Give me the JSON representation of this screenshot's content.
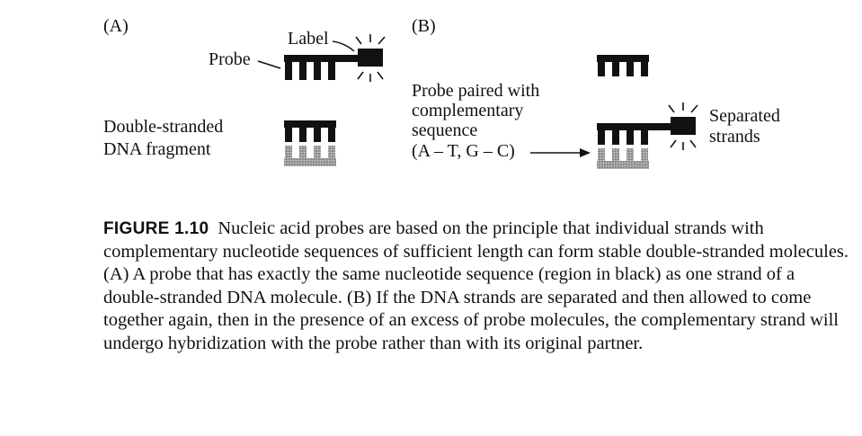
{
  "panel_a": {
    "label": "(A)",
    "label_text": "Label",
    "probe_text": "Probe",
    "dna_line1": "Double-stranded",
    "dna_line2": "DNA fragment"
  },
  "panel_b": {
    "label": "(B)",
    "paired_line1": "Probe paired with",
    "paired_line2": "complementary",
    "paired_line3": "sequence",
    "paired_line4": "(A – T, G – C)",
    "separated_line1": "Separated",
    "separated_line2": "strands"
  },
  "caption": {
    "figure_label": "FIGURE 1.10",
    "text": "Nucleic acid probes are based on the principle that individual strands with complementary nucleotide sequences of sufficient length can form stable double-stranded molecules. (A) A probe that has exactly the same nucleotide sequence (region in black) as one strand of a double-stranded DNA molecule. (B) If the DNA strands are separated and then allowed to come together again, then in the presence of an excess of probe molecules, the complementary strand will undergo hybridization with the probe rather than with its original partner."
  },
  "colors": {
    "strand_black": "#111111",
    "strand_gray": "#9a9a9a"
  }
}
